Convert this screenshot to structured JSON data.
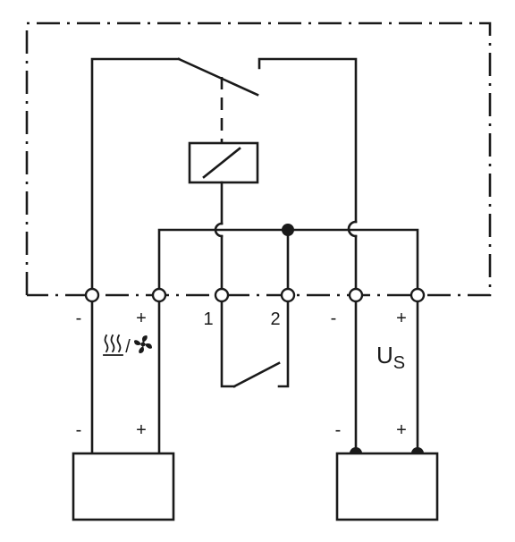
{
  "terminals": {
    "t1": {
      "label": "-"
    },
    "t2": {
      "label": "+"
    },
    "t3": {
      "label": "1"
    },
    "t4": {
      "label": "2"
    },
    "t5": {
      "label": "-"
    },
    "t6": {
      "label": "+"
    }
  },
  "load": {
    "symbol_text": "/",
    "minus_label": "-",
    "plus_label": "+"
  },
  "supply": {
    "label_main": "U",
    "label_sub": "S",
    "minus_label": "-",
    "plus_label": "+"
  },
  "icons": {
    "heater": "heater-icon",
    "fan": "fan-icon"
  }
}
